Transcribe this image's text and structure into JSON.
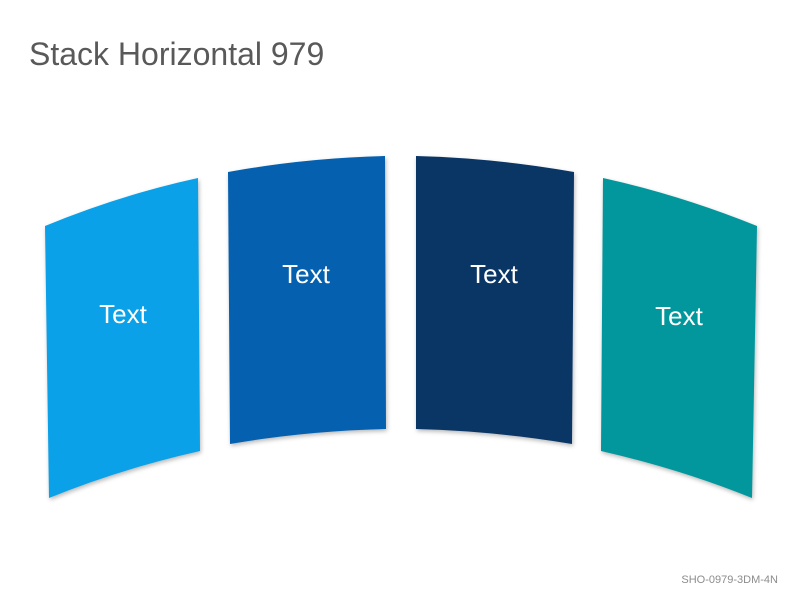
{
  "title": "Stack Horizontal 979",
  "code": "SHO-0979-3DM-4N",
  "panels": [
    {
      "label": "Text",
      "color": "#0AA1E8"
    },
    {
      "label": "Text",
      "color": "#0561B0"
    },
    {
      "label": "Text",
      "color": "#0A3666"
    },
    {
      "label": "Text",
      "color": "#02979C"
    }
  ]
}
